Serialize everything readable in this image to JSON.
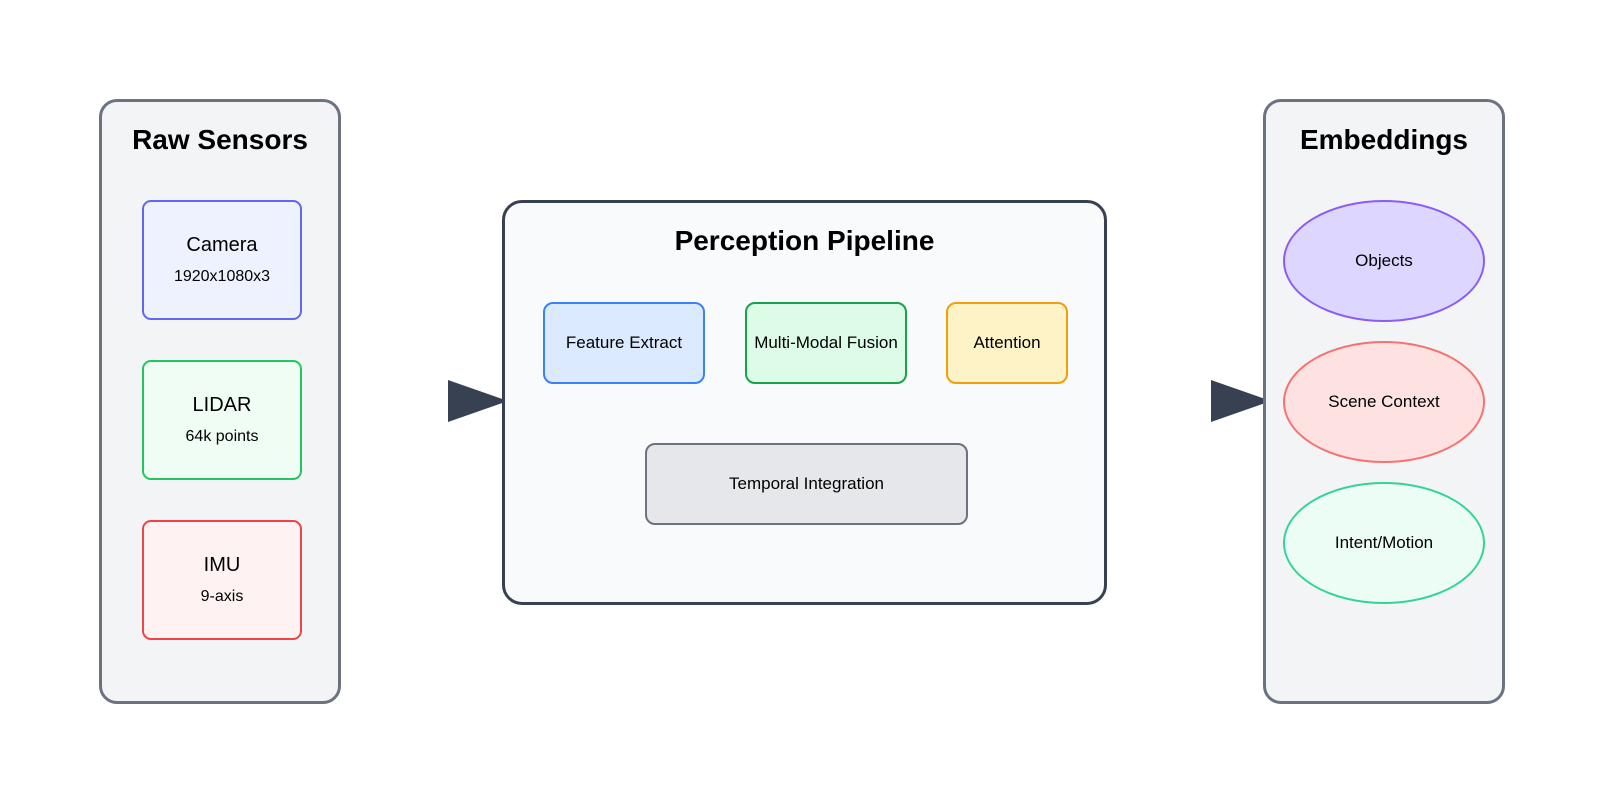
{
  "raw_sensors": {
    "title": "Raw Sensors",
    "items": [
      {
        "name": "Camera",
        "detail": "1920x1080x3",
        "fill": "#eef2ff",
        "stroke": "#6366f1"
      },
      {
        "name": "LIDAR",
        "detail": "64k points",
        "fill": "#f0fdf4",
        "stroke": "#22c55e"
      },
      {
        "name": "IMU",
        "detail": "9-axis",
        "fill": "#fef2f2",
        "stroke": "#ef4444"
      }
    ]
  },
  "pipeline": {
    "title": "Perception Pipeline",
    "stages": [
      {
        "label": "Feature Extract",
        "fill": "#dbeafe",
        "stroke": "#3b82f6"
      },
      {
        "label": "Multi-Modal Fusion",
        "fill": "#dcfce7",
        "stroke": "#16a34a"
      },
      {
        "label": "Attention",
        "fill": "#fef3c7",
        "stroke": "#f59e0b"
      },
      {
        "label": "Temporal Integration",
        "fill": "#e5e7eb",
        "stroke": "#6b7280"
      }
    ]
  },
  "embeddings": {
    "title": "Embeddings",
    "items": [
      {
        "label": "Objects",
        "fill": "#ddd6fe",
        "stroke": "#8b5cf6"
      },
      {
        "label": "Scene Context",
        "fill": "#fee2e2",
        "stroke": "#f87171"
      },
      {
        "label": "Intent/Motion",
        "fill": "#ecfdf5",
        "stroke": "#34d399"
      }
    ]
  },
  "colors": {
    "panel_fill": "#f3f4f6",
    "panel_stroke": "#6b7280",
    "arrow": "#374151"
  }
}
